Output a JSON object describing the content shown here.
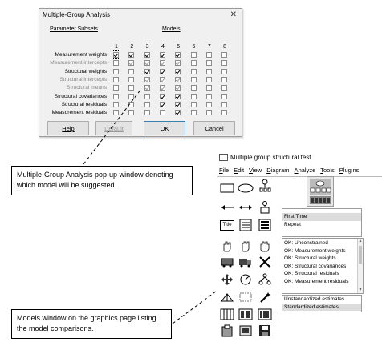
{
  "dialog": {
    "title": "Multiple-Group Analysis",
    "parameter_subsets_header": "Parameter Subsets",
    "models_header": "Models",
    "model_numbers": [
      "1",
      "2",
      "3",
      "4",
      "5",
      "6",
      "7",
      "8"
    ],
    "rows": [
      {
        "label": "Measurement weights",
        "disabled": false,
        "checks": [
          1,
          1,
          1,
          1,
          1,
          0,
          0,
          0
        ]
      },
      {
        "label": "Measurement intercepts",
        "disabled": true,
        "checks": [
          0,
          1,
          1,
          1,
          1,
          0,
          0,
          0
        ]
      },
      {
        "label": "Structural weights",
        "disabled": false,
        "checks": [
          0,
          0,
          1,
          1,
          1,
          0,
          0,
          0
        ]
      },
      {
        "label": "Structural intercepts",
        "disabled": true,
        "checks": [
          0,
          0,
          1,
          1,
          1,
          0,
          0,
          0
        ]
      },
      {
        "label": "Structural means",
        "disabled": true,
        "checks": [
          0,
          0,
          1,
          1,
          1,
          0,
          0,
          0
        ]
      },
      {
        "label": "Structural covariances",
        "disabled": false,
        "checks": [
          0,
          0,
          0,
          1,
          1,
          0,
          0,
          0
        ]
      },
      {
        "label": "Structural residuals",
        "disabled": false,
        "checks": [
          0,
          0,
          0,
          1,
          1,
          0,
          0,
          0
        ]
      },
      {
        "label": "Measurement residuals",
        "disabled": false,
        "checks": [
          0,
          0,
          0,
          0,
          1,
          0,
          0,
          0
        ]
      }
    ],
    "buttons": {
      "help": "Help",
      "default": "Default",
      "ok": "OK",
      "cancel": "Cancel"
    }
  },
  "callouts": {
    "dialog_note": "Multiple-Group Analysis pop-up window denoting which model will be suggested.",
    "models_note": "Models window on the graphics page listing the model comparisons."
  },
  "amos": {
    "title": "Multiple group structural test",
    "menu": [
      "File",
      "Edit",
      "View",
      "Diagram",
      "Analyze",
      "Tools",
      "Plugins"
    ],
    "groups": [
      "First Time",
      "Repeat"
    ],
    "models": [
      "OK: Unconstrained",
      "OK: Measurement weights",
      "OK: Structural weights",
      "OK: Structural covariances",
      "OK: Structural residuals",
      "OK: Measurement residuals"
    ],
    "estimates": [
      "Unstandardized estimates",
      "Standardized estimates"
    ],
    "title_tool_label": "Title"
  }
}
